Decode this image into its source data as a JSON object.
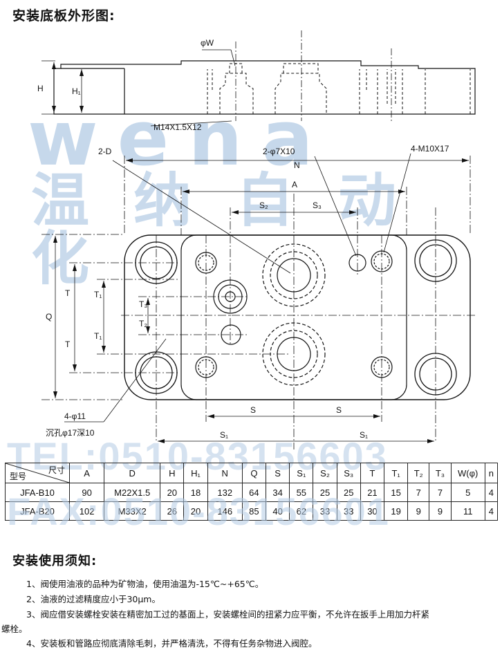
{
  "title": "安装底板外形图:",
  "drawing": {
    "labels": {
      "phiW": "φW",
      "H": "H",
      "H1": "H₁",
      "thread": "M14X1.5X12",
      "twoD": "2-D",
      "twoPhi": "2-φ7X10",
      "fourM": "4-M10X17",
      "N": "N",
      "A": "A",
      "S2": "S₂",
      "S3": "S₃",
      "Q": "Q",
      "T": "T",
      "T1": "T₁",
      "T2": "T₂",
      "T3": "T₃",
      "S": "S",
      "S1": "S₁",
      "fourPhi": "4-φ11",
      "counterbore": "沉孔φ17深10"
    }
  },
  "watermark": {
    "logo": "wena",
    "company": "温纳自动化",
    "tel": "TEL:0510-83156603",
    "fax": "FAX:0510-83156601"
  },
  "table": {
    "header_top": "尺寸",
    "header_bottom": "型号",
    "columns": [
      "A",
      "D",
      "H",
      "H₁",
      "N",
      "Q",
      "S",
      "S₁",
      "S₂",
      "S₃",
      "T",
      "T₁",
      "T₂",
      "T₃",
      "W(φ)",
      "n"
    ],
    "rows": [
      {
        "model": "JFA-B10",
        "values": [
          "90",
          "M22X1.5",
          "20",
          "18",
          "132",
          "64",
          "34",
          "55",
          "25",
          "25",
          "21",
          "15",
          "7",
          "7",
          "5",
          "4"
        ]
      },
      {
        "model": "JFA-B20",
        "values": [
          "102",
          "M33X2",
          "26",
          "20",
          "146",
          "85",
          "40",
          "62",
          "33",
          "33",
          "30",
          "19",
          "9",
          "9",
          "11",
          "4"
        ]
      }
    ]
  },
  "notes": {
    "title": "安装使用须知:",
    "items": [
      "1、阀使用油液的品种为矿物油，使用油温为-15℃~+65℃。",
      "2、油液的过滤精度应小于30μm。",
      "3、阀应借安装螺栓安装在精密加工过的基面上，安装螺栓间的扭紧力应平衡，不允许在扳手上用加力杆紧",
      "螺栓。",
      "4、安装板和管路应彻底清除毛刺，并严格清洗，不得有任务杂物进入阀腔。"
    ]
  }
}
